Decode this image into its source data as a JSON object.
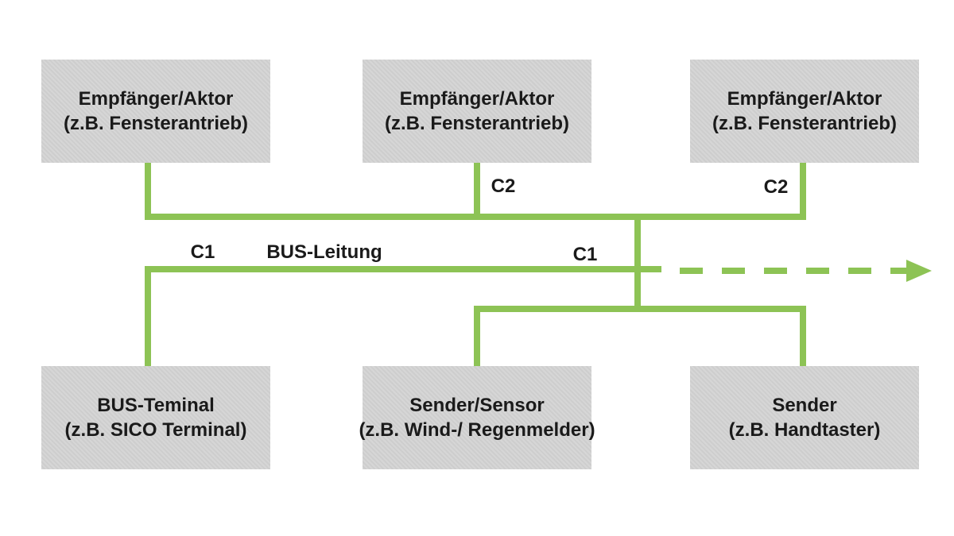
{
  "colors": {
    "accent_green": "#8DC355",
    "box_gray": "#D4D4D4",
    "text_color": "#1A1A1A",
    "background": "#FFFFFF"
  },
  "diagram": {
    "type": "bus-wiring-schematic",
    "top_boxes": [
      {
        "title": "Empfänger/Aktor",
        "subtitle": "(z.B. Fensterantrieb)"
      },
      {
        "title": "Empfänger/Aktor",
        "subtitle": "(z.B. Fensterantrieb)"
      },
      {
        "title": "Empfänger/Aktor",
        "subtitle": "(z.B. Fensterantrieb)"
      }
    ],
    "bottom_boxes": [
      {
        "title": "BUS-Teminal",
        "subtitle": "(z.B. SICO Terminal)"
      },
      {
        "title": "Sender/Sensor",
        "subtitle": "(z.B. Wind-/ Regenmelder)"
      },
      {
        "title": "Sender",
        "subtitle": "(z.B. Handtaster)"
      }
    ],
    "wire_labels": {
      "c1_left": "C1",
      "bus_leitung": "BUS-Leitung",
      "c1_right": "C1",
      "c2_middle": "C2",
      "c2_right": "C2"
    }
  }
}
